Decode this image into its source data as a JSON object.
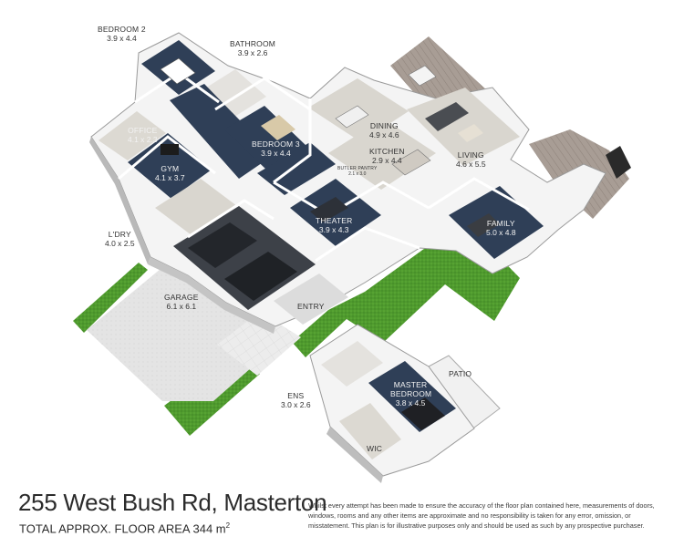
{
  "address": "255 West Bush Rd, Masterton",
  "floor_area_prefix": "TOTAL APPROX. FLOOR AREA 344 m",
  "floor_area_sup": "2",
  "disclaimer": "Whilst every attempt has been made to ensure the accuracy of the floor plan contained here, measurements of doors, windows, rooms and any other items are approximate and no responsibility is taken for any error, omission, or misstatement. This plan is for illustrative purposes only and should be used as such by any prospective purchaser.",
  "rooms": {
    "bedroom2": {
      "name": "BEDROOM 2",
      "dims": "3.9 x 4.4"
    },
    "bathroom": {
      "name": "BATHROOM",
      "dims": "3.9 x 2.6"
    },
    "office": {
      "name": "OFFICE",
      "dims": "4.1 x 2.3"
    },
    "bedroom3": {
      "name": "BEDROOM 3",
      "dims": "3.9 x 4.4"
    },
    "dining": {
      "name": "DINING",
      "dims": "4.9 x 4.6"
    },
    "kitchen": {
      "name": "KITCHEN",
      "dims": "2.9 x 4.4"
    },
    "gym": {
      "name": "GYM",
      "dims": "4.1 x 3.7"
    },
    "living": {
      "name": "LIVING",
      "dims": "4.6 x 5.5"
    },
    "butler": {
      "name": "BUTLER PANTRY",
      "dims": "2.1 x 3.0"
    },
    "theater": {
      "name": "THEATER",
      "dims": "3.9 x 4.3"
    },
    "family": {
      "name": "FAMILY",
      "dims": "5.0 x 4.8"
    },
    "laundry": {
      "name": "L'DRY",
      "dims": "4.0 x 2.5"
    },
    "garage": {
      "name": "GARAGE",
      "dims": "6.1 x 6.1"
    },
    "entry": {
      "name": "ENTRY"
    },
    "patio": {
      "name": "PATIO"
    },
    "ensuite": {
      "name": "ENS",
      "dims": "3.0 x 2.6"
    },
    "master": {
      "name": "MASTER BEDROOM",
      "dims": "3.8 x 4.5"
    },
    "wic": {
      "name": "WIC"
    }
  },
  "colors": {
    "floor_dark": "#2f3f57",
    "floor_light": "#d9d6cf",
    "deck": "#a59a92",
    "lawn": "#4f9a2e",
    "concrete": "#e3e3e3",
    "wall": "#f3f3f3",
    "wall_side": "#b9b9b9"
  }
}
